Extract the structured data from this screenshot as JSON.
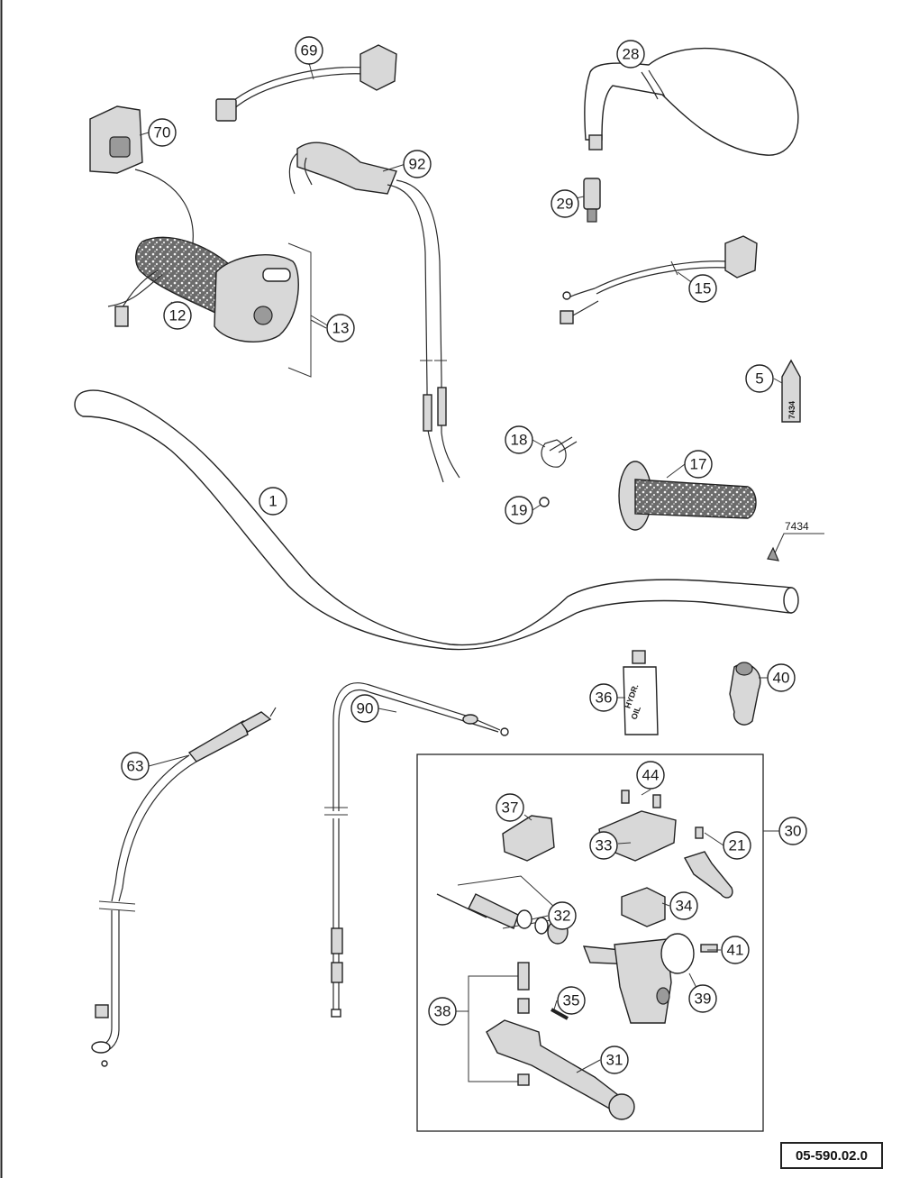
{
  "drawing_number": "05-590.02.0",
  "callouts": {
    "c1": "1",
    "c5": "5",
    "c12": "12",
    "c13": "13",
    "c15": "15",
    "c17": "17",
    "c18": "18",
    "c19": "19",
    "c21": "21",
    "c28": "28",
    "c29": "29",
    "c30": "30",
    "c31": "31",
    "c32": "32",
    "c33": "33",
    "c34": "34",
    "c35": "35",
    "c36": "36",
    "c37": "37",
    "c38": "38",
    "c39": "39",
    "c40": "40",
    "c41": "41",
    "c44": "44",
    "c63": "63",
    "c69": "69",
    "c70": "70",
    "c90": "90",
    "c92": "92"
  },
  "labels": {
    "loctite_ref": "7434",
    "tube_label": "7434",
    "bottle_label_1": "HYDR.",
    "bottle_label_2": "OIL"
  }
}
